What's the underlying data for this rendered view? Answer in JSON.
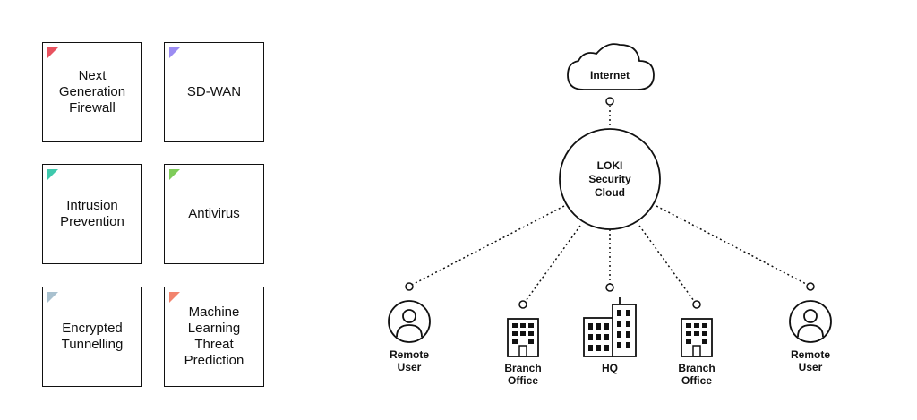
{
  "features": [
    {
      "label": "Next\nGeneration\nFirewall",
      "color": "#e8525f"
    },
    {
      "label": "SD-WAN",
      "color": "#9b8cf2"
    },
    {
      "label": "Intrusion\nPrevention",
      "color": "#3fc9ad"
    },
    {
      "label": "Antivirus",
      "color": "#7fcc5a"
    },
    {
      "label": "Encrypted\nTunnelling",
      "color": "#a9c1cf"
    },
    {
      "label": "Machine\nLearning\nThreat\nPrediction",
      "color": "#f2846e"
    }
  ],
  "network": {
    "internet": "Internet",
    "cloud": [
      "LOKI",
      "Security",
      "Cloud"
    ],
    "nodes": [
      {
        "type": "user",
        "label": [
          "Remote",
          "User"
        ]
      },
      {
        "type": "branch",
        "label": [
          "Branch",
          "Office"
        ]
      },
      {
        "type": "hq",
        "label": [
          "HQ"
        ]
      },
      {
        "type": "branch",
        "label": [
          "Branch",
          "Office"
        ]
      },
      {
        "type": "user",
        "label": [
          "Remote",
          "User"
        ]
      }
    ]
  }
}
